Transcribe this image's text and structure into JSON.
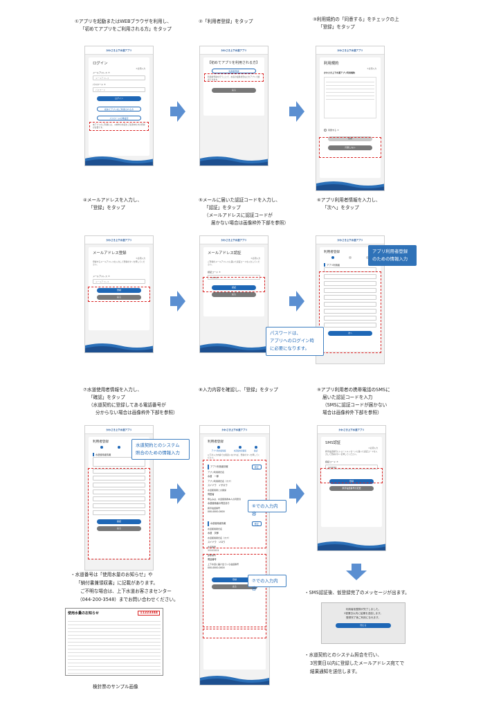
{
  "captions": {
    "step1": [
      "①アプリを起動またはWEBブラウザを利用し、",
      "「初めてアプリをご利用される方」をタップ"
    ],
    "step2": [
      "②「利用者登録」をタップ"
    ],
    "step3": [
      "③利用規約の「同意する」をチェックの上",
      "「登録」をタップ"
    ],
    "step4": [
      "④メールアドレスを入力し、",
      "「登録」をタップ"
    ],
    "step5": [
      "⑤メールに届いた認証コードを入力し、",
      "「認証」をタップ",
      "（メールアドレスに認証コードが",
      "届かない場合は画像枠外下部を参照）"
    ],
    "step6": [
      "⑥アプリ利用者情報を入力し、",
      "「次へ」をタップ"
    ],
    "step7": [
      "⑦水道使用者情報を入力し、",
      "「確認」をタップ",
      "（水道契約に登録してある電話番号が",
      "分からない場合は画像枠外下部を参照）"
    ],
    "step8": [
      "⑧入力内容を確認し、「登録」をタップ"
    ],
    "step9": [
      "⑨アプリ利用者の携帯電話のSMSに",
      "届いた認証コードを入力",
      "（SMSに認証コードが届かない",
      "場合は画像枠外下部を参照）"
    ]
  },
  "notes": {
    "water_no": [
      "・水道番号は「使用水量のお知らせ」や",
      "「納付書兼領収書」に記載があります。",
      "ご不明な場合は、上下水道お客さまセンター",
      "（044-200-3548）までお問い合わせください。"
    ],
    "meter_caption": "検針票のサンプル画像",
    "sms_done": "・SMS認証後、仮登録完了のメッセージが出ます。",
    "result": [
      "・水道契約とのシステム照合を行い、",
      "3営業日以内に登録したメールアドレス宛てで",
      "結果通知を送信します。"
    ]
  },
  "callouts": {
    "step6": [
      "アプリ利用者登録",
      "のための情報入力"
    ],
    "password": [
      "パスワードは、",
      "アプリへのログイン時",
      "に必要になります。"
    ],
    "step7": [
      "水道契約とのシステム",
      "照合のための情報入力"
    ],
    "from6": "⑥での入力内容",
    "from7": "⑦での入力内容"
  },
  "app": {
    "bar_title": "かわさき上下水道アプリ",
    "login": {
      "title": "ログイン",
      "required": "＊必須入力",
      "email_label": "メールアドレス ＊",
      "email_placeholder": "メールアドレス",
      "password_label": "パスワード ＊",
      "password_placeholder": "パスワード",
      "login_btn": "ログイン",
      "first_btn": "初めてアプリをご利用される方",
      "reset_btn": "パスワードの再設定",
      "note": "本アプリのご利用には、川崎市の水道をご使用中の方の登録が必要です。"
    },
    "first": {
      "title": "【初めてアプリを利用される方】",
      "register_btn": "利用者登録",
      "text": "利用者登録を行うことで、水道の使用状況などをアプリで確認できます。",
      "back_btn": "戻る"
    },
    "terms": {
      "title": "利用規約",
      "required": "＊必須入力",
      "heading": "かわさき上下水道アプリ利用規約",
      "agree": "同意する ＊",
      "register_btn": "登録",
      "disagree_btn": "同意しない"
    },
    "mail": {
      "title": "メールアドレス登録",
      "required": "＊必須入力",
      "text": "登録するメールアドレスを入力して登録ボタンを押してください。",
      "label": "メールアドレス ＊",
      "placeholder": "メールアドレス",
      "register_btn": "登録",
      "back_btn": "戻る"
    },
    "verify": {
      "title": "メールアドレス認証",
      "required": "＊必須入力",
      "text": "ご登録のメールアドレスに届いた認証コードを入力してください。",
      "label": "認証コード ＊",
      "code": "1234567",
      "verify_btn": "認証",
      "back_btn": "戻る"
    },
    "user": {
      "title": "利用者登録",
      "section": "アプリ利用者",
      "next_btn": "次へ"
    },
    "water": {
      "title": "利用者登録",
      "section": "水道使用者情報",
      "confirm_btn": "確認",
      "back_btn": "戻る"
    },
    "confirm": {
      "title": "利用者登録",
      "steps": [
        "アプリ利用者情報",
        "水道使用者情報",
        "確認"
      ],
      "text": "以下の入力内容でお間違いなければ、登録ボタンを押してください。",
      "sec1": "アプリ利用者情報",
      "edit": "修正",
      "name_label": "アプリ利用者氏名",
      "name": "水道　一郎",
      "kana_label": "アプリ利用者氏名（カナ）",
      "kana": "スイドウ　イチロウ",
      "relation_label": "水道使用者との関係",
      "relation": "同居者",
      "note_label": "申込みは、水道使用者本人の同意済",
      "note": "水道使用者の同意あり",
      "tel_label": "携帯電話番号",
      "tel": "000-0000-0000",
      "sec2": "水道使用者情報",
      "wname_label": "水道使用者氏名",
      "wname": "水道　次郎",
      "wkana_label": "水道使用者氏名（カナ）",
      "wkana": "スイドウ　ジロウ",
      "no_label": "水道番号",
      "no": "11111111",
      "cat_label": "部屋番号",
      "cat": "電話番号",
      "wtel_label": "上下水道に届け出ている電話番号",
      "wtel": "000-0000-0000",
      "register_btn": "登録",
      "back_btn": "戻る"
    },
    "sms": {
      "title": "SMS認証",
      "required": "＊必須入力",
      "text": "携帯電話番号にショートメッセージに届いた認証コードを入力して登録ボタンを押してください。",
      "label": "認証コード ＊",
      "code": "1234567",
      "register_btn": "登録",
      "resend_btn": "携帯電話番号の変更"
    },
    "done": {
      "msg": [
        "利用者仮登録が完了しました。",
        "3営業日以内に結果を送信します。",
        "登録完了後ご利用になれます。"
      ],
      "close_btn": "閉じる"
    }
  },
  "meter": {
    "title": "使用水量のお知らせ",
    "number": "11223344"
  }
}
